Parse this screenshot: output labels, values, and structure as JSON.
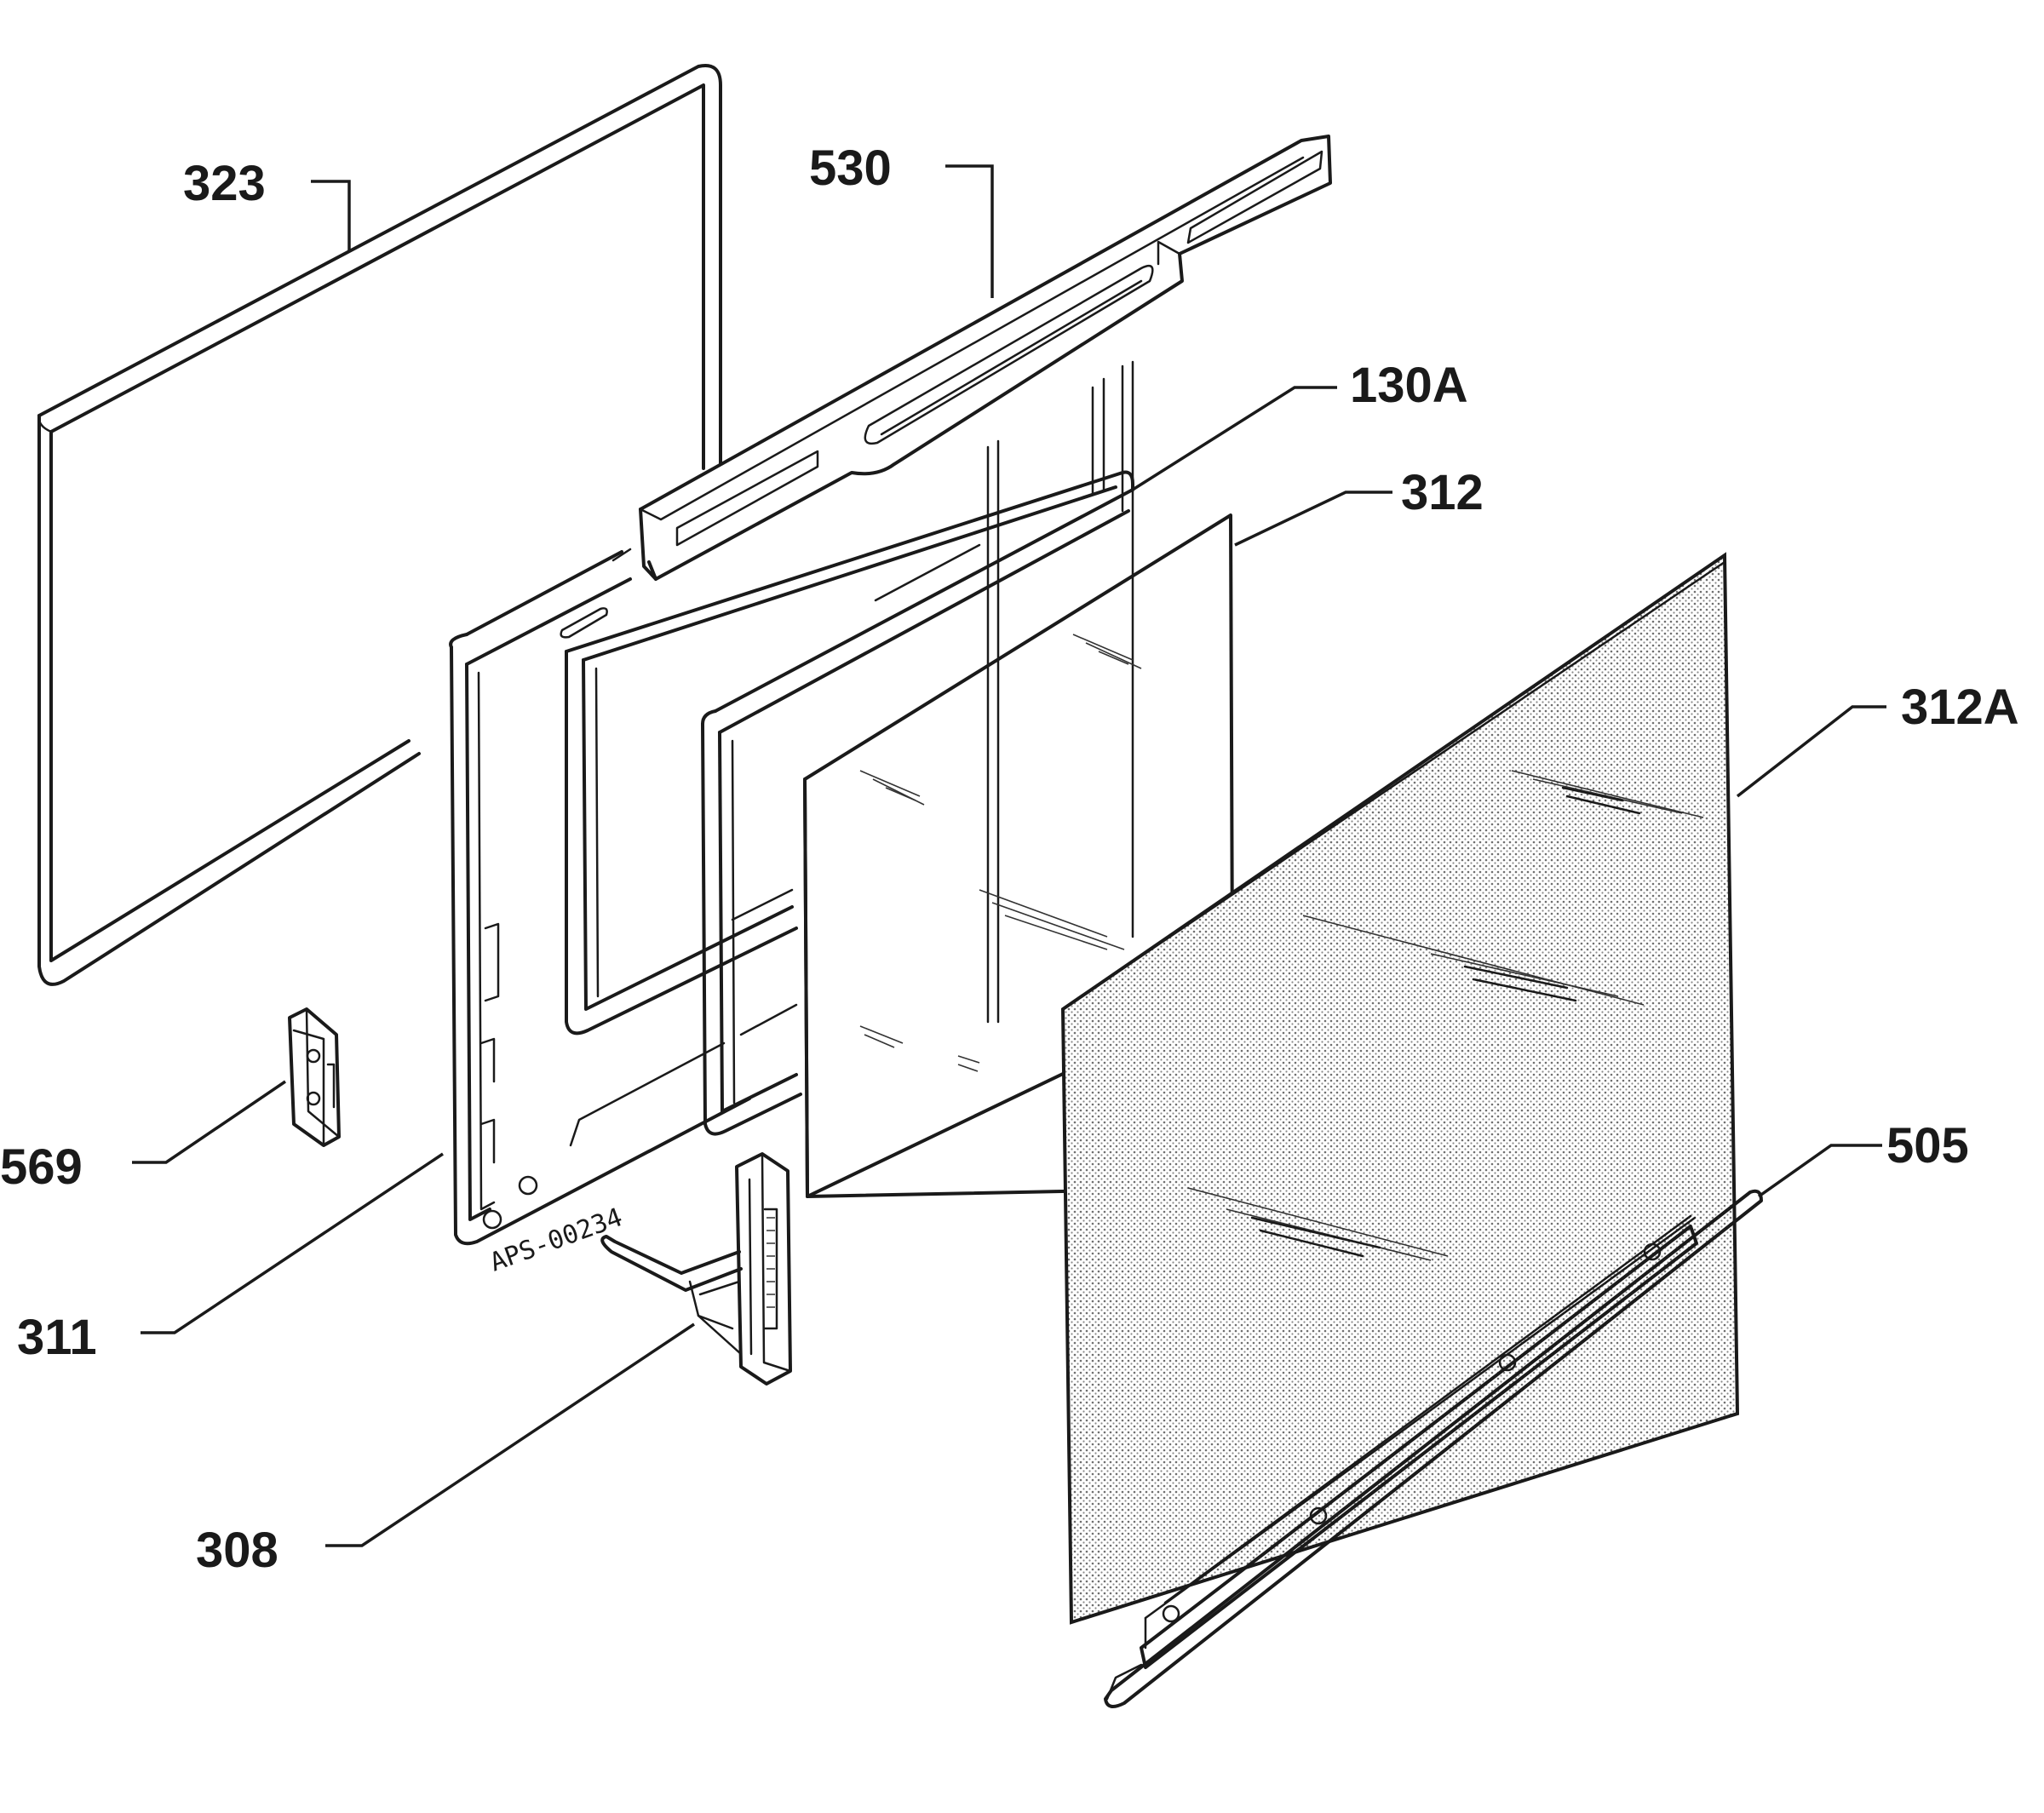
{
  "drawing_code": "APS-00234",
  "callouts": {
    "p323": "323",
    "p530": "530",
    "p130a": "130A",
    "p312": "312",
    "p312a": "312A",
    "p569": "569",
    "p505": "505",
    "p311": "311",
    "p308": "308"
  },
  "colors": {
    "ink": "#1a1a1a",
    "glass_tint": "#cfcfcf",
    "background": "#ffffff"
  }
}
